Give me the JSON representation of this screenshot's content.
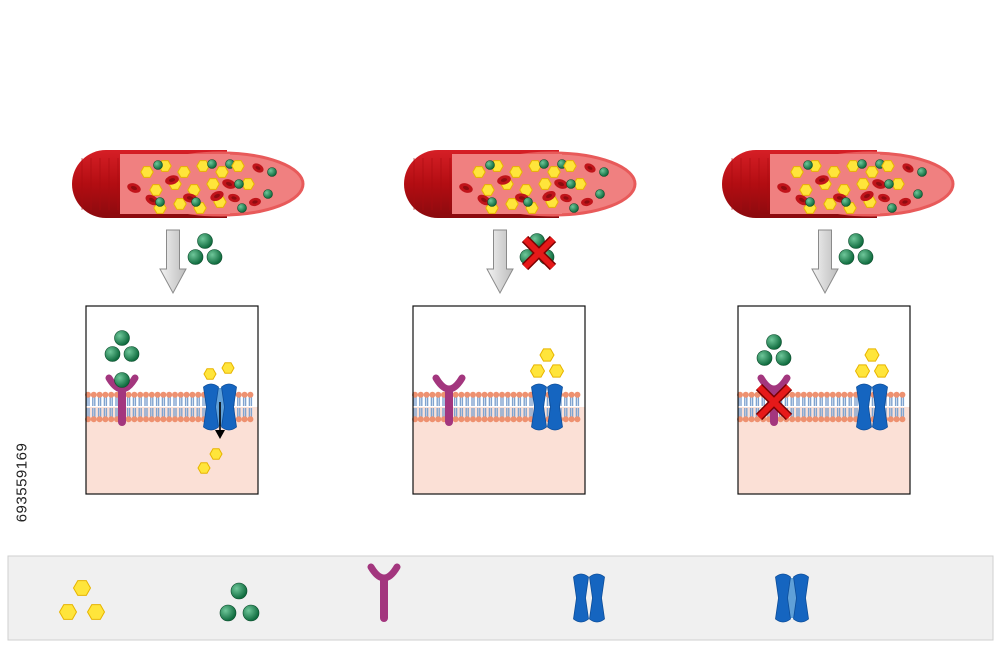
{
  "image_id_text": "693559169",
  "colors": {
    "vessel_dark": "#b30d12",
    "vessel_mid": "#d61f26",
    "vessel_inner": "#f08080",
    "glucose": "#ffe53b",
    "glucose_stroke": "#e7b400",
    "insulin": "#0f6b3e",
    "red_cell": "#c0141a",
    "receptor": "#a3367e",
    "glut4": "#1565c0",
    "glut4_light": "#5fa0d8",
    "cell_interior": "#fbe0d6",
    "lipid_head": "#ee9170",
    "lipid_tail": "#7fa3cf",
    "arrow_gray": "#d0d0d0",
    "block_red": "#e61919",
    "legend_bg": "#f0f0f0"
  },
  "panels": [
    {
      "id": "panel-normal",
      "insulin_in_flow": true,
      "flow_blocked": false,
      "insulin_at_receptor": true,
      "receptor_blocked": false,
      "glucose_entry": true
    },
    {
      "id": "panel-no-insulin",
      "insulin_in_flow": true,
      "flow_blocked": true,
      "insulin_at_receptor": false,
      "receptor_blocked": false,
      "glucose_entry": false
    },
    {
      "id": "panel-insulin-resistance",
      "insulin_in_flow": true,
      "flow_blocked": false,
      "insulin_at_receptor": true,
      "receptor_blocked": true,
      "glucose_entry": false
    }
  ],
  "legend": [
    {
      "key": "glucose",
      "icon": "glucose-icon"
    },
    {
      "key": "insulin",
      "icon": "insulin-icon"
    },
    {
      "key": "receptor",
      "icon": "insulin-receptor-icon"
    },
    {
      "key": "glut4_closed",
      "icon": "glut4-closed-icon"
    },
    {
      "key": "glut4_open",
      "icon": "glut4-open-icon"
    }
  ]
}
